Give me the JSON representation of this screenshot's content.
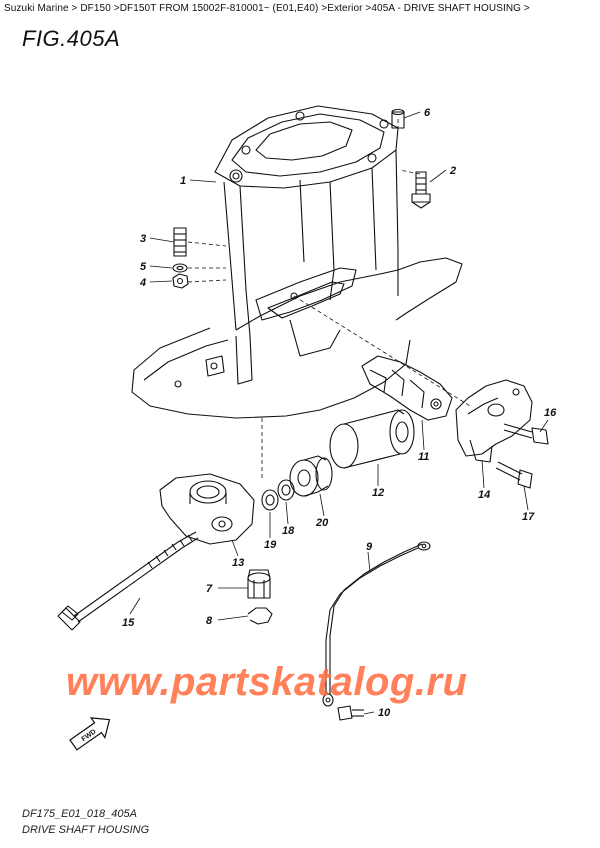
{
  "breadcrumb": "Suzuki Marine > DF150 >DF150T FROM 15002F-810001~ (E01,E40) >Exterior >405A - DRIVE SHAFT HOUSING >",
  "figure_title": "FIG.405A",
  "callouts": [
    "1",
    "2",
    "3",
    "4",
    "5",
    "6",
    "7",
    "8",
    "9",
    "10",
    "11",
    "12",
    "13",
    "14",
    "15",
    "16",
    "17",
    "18",
    "19",
    "20"
  ],
  "watermark": "www.partskatalog.ru",
  "fwd_label": "FWD",
  "footer": {
    "code": "DF175_E01_018_405A",
    "caption": "DRIVE SHAFT HOUSING"
  }
}
